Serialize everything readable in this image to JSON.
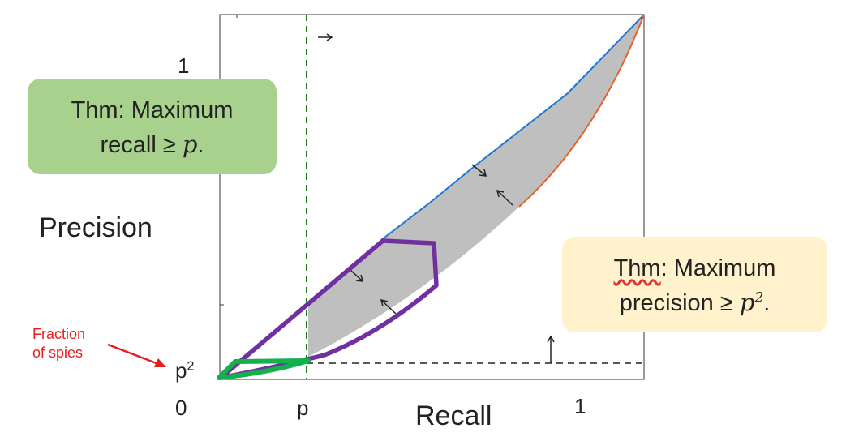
{
  "labels": {
    "y_top": "1",
    "y_axis": "Precision",
    "x_axis": "Recall",
    "origin": "0",
    "x_p": "p",
    "x_one": "1",
    "p2_base": "p",
    "p2_exp": "2",
    "spies_line1": "Fraction",
    "spies_line2": "of spies"
  },
  "thm_recall": {
    "head": "Thm",
    "line1_rest": ": Maximum",
    "line2_text": "recall ≥ ",
    "line2_var": "p",
    "line2_end": ".",
    "color": "#a9d18e"
  },
  "thm_precision": {
    "head": "Thm",
    "line1_rest": ": Maximum",
    "line2_text": "precision ≥ ",
    "line2_var": "p",
    "line2_sup": "2",
    "line2_end": ".",
    "color": "#fff2cc"
  },
  "colors": {
    "upper_curve": "#1f77d4",
    "lower_curve": "#e8602a",
    "region": "#bfbfbf",
    "purple": "#7030a0",
    "green": "#13b04b",
    "dashed_p": "#1a7a1a",
    "arrow_red": "#e81d1d"
  }
}
